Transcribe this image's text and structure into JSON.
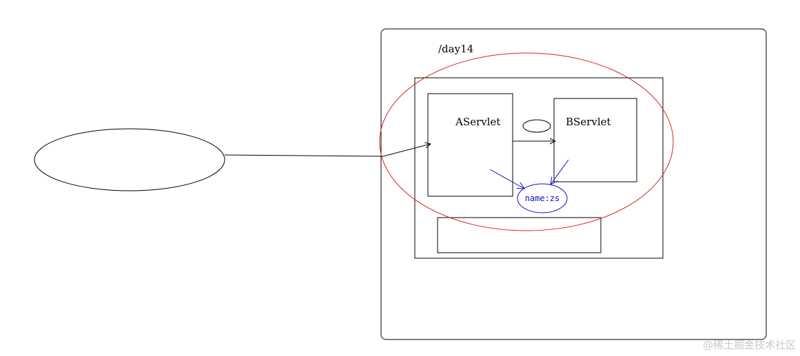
{
  "diagram": {
    "context_label": "/day14",
    "servlet_a": "AServlet",
    "servlet_b": "BServlet",
    "attribute": "name:zs",
    "watermark": "@稀土掘金技术社区",
    "colors": {
      "highlight": "#d42020",
      "attribute": "#1010c0",
      "stroke": "#000000"
    }
  }
}
